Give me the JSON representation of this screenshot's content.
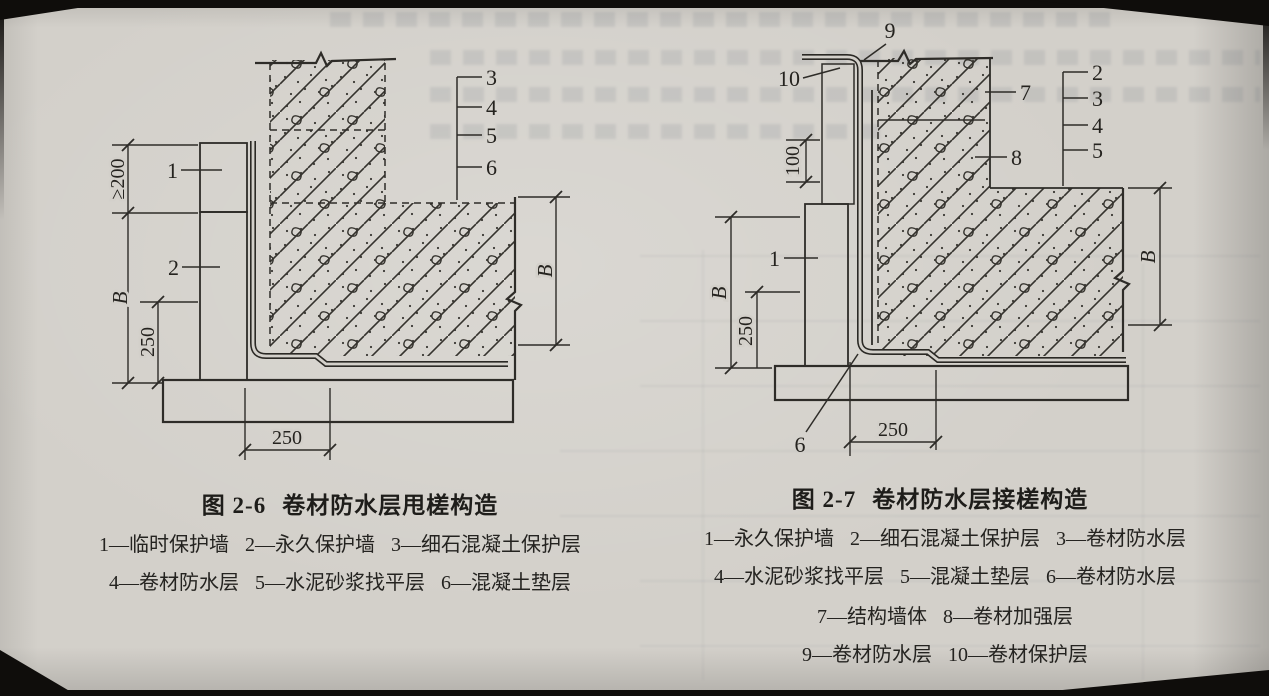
{
  "colors": {
    "paper": "#d3d0ca",
    "ink": "#2e2c28",
    "text": "#201f1c"
  },
  "figures": {
    "left": {
      "caption_number": "图 2-6",
      "caption_title": "卷材防水层甩槎构造",
      "legend": [
        [
          "1—临时保护墙",
          "2—永久保护墙",
          "3—细石混凝土保护层"
        ],
        [
          "4—卷材防水层",
          "5—水泥砂浆找平层",
          "6—混凝土垫层"
        ]
      ],
      "dims": {
        "wall_top": "≥200",
        "wall_height": "B",
        "wall_bottom": "250",
        "lap_width": "250",
        "backfill_depth": "B"
      },
      "callouts": {
        "c1": "1",
        "c2": "2",
        "c3": "3",
        "c4": "4",
        "c5": "5",
        "c6": "6"
      }
    },
    "right": {
      "caption_number": "图 2-7",
      "caption_title": "卷材防水层接槎构造",
      "legend": [
        [
          "1—永久保护墙",
          "2—细石混凝土保护层",
          "3—卷材防水层"
        ],
        [
          "4—水泥砂浆找平层",
          "5—混凝土垫层",
          "6—卷材防水层"
        ],
        [
          "7—结构墙体",
          "8—卷材加强层"
        ],
        [
          "9—卷材防水层",
          "10—卷材保护层"
        ]
      ],
      "dims": {
        "wall_height": "B",
        "wall_bottom": "250",
        "lap_top": "100",
        "lap_width": "250",
        "backfill_depth": "B"
      },
      "callouts": {
        "c1": "1",
        "c2": "2",
        "c3": "3",
        "c4": "4",
        "c5": "5",
        "c6": "6",
        "c7": "7",
        "c8": "8",
        "c9": "9",
        "c10": "10"
      }
    }
  }
}
